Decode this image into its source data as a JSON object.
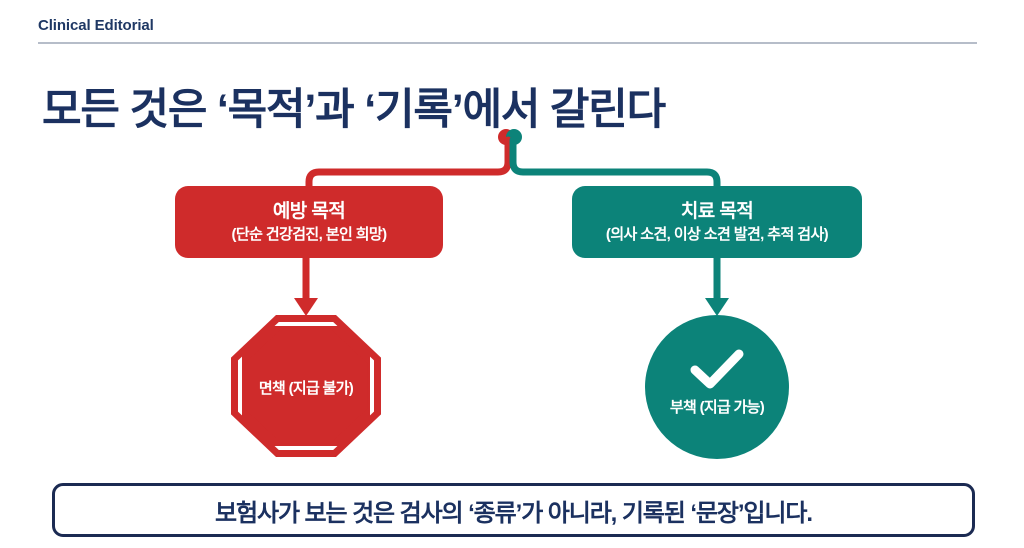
{
  "header": {
    "eyebrow": "Clinical Editorial"
  },
  "title": "모든 것은 ‘목적’과 ‘기록’에서 갈린다",
  "colors": {
    "navy": "#1b3160",
    "navy_border": "#1b2a52",
    "red": "#cf2b2b",
    "teal": "#0c8379",
    "rule": "#b6bdc9",
    "white": "#ffffff"
  },
  "diagram": {
    "branches": [
      {
        "id": "prevent",
        "title": "예방 목적",
        "subtitle": "(단순 건강검진, 본인 희망)",
        "color": "#cf2b2b"
      },
      {
        "id": "treat",
        "title": "치료 목적",
        "subtitle": "(의사 소견, 이상 소견 발견, 추적 검사)",
        "color": "#0c8379"
      }
    ],
    "outcomes": [
      {
        "id": "deny",
        "shape": "octagon",
        "label": "면책 (지급 불가)",
        "color": "#cf2b2b",
        "icon": "stop-sign-icon"
      },
      {
        "id": "allow",
        "shape": "circle",
        "label": "부책 (지급 가능)",
        "color": "#0c8379",
        "icon": "check-icon"
      }
    ]
  },
  "callout": {
    "text": "보험사가 보는 것은 검사의 ‘종류’가 아니라, 기록된 ‘문장’입니다."
  }
}
